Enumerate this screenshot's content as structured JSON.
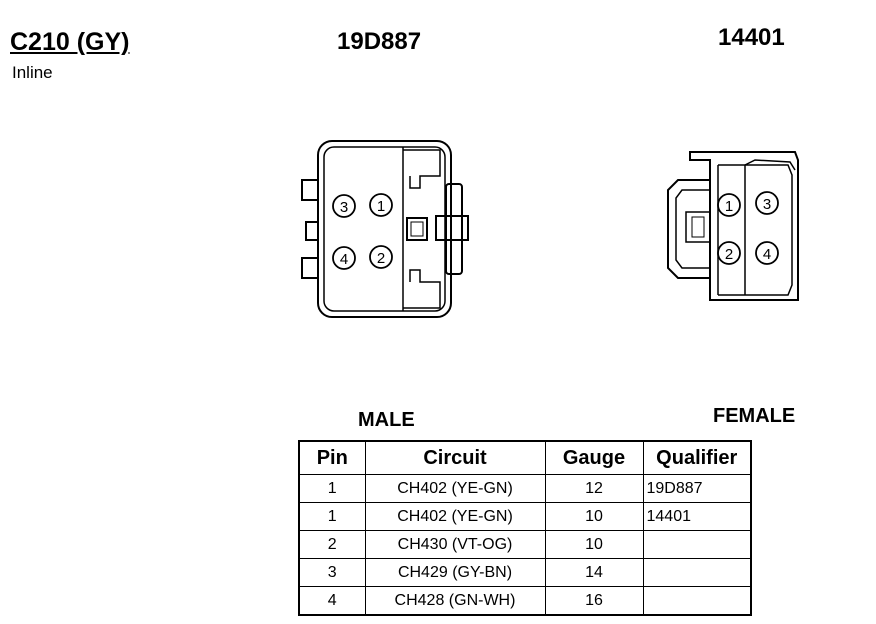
{
  "header": {
    "connector_id": "C210 (GY)",
    "location": "Inline",
    "male_part_number": "19D887",
    "female_part_number": "14401"
  },
  "views": {
    "male_label": "MALE",
    "female_label": "FEMALE",
    "male_pins": [
      "3",
      "1",
      "4",
      "2"
    ],
    "female_pins": [
      "1",
      "3",
      "2",
      "4"
    ]
  },
  "pin_table": {
    "headers": [
      "Pin",
      "Circuit",
      "Gauge",
      "Qualifier"
    ],
    "rows": [
      {
        "pin": "1",
        "circuit": "CH402 (YE-GN)",
        "gauge": "12",
        "qualifier": "19D887"
      },
      {
        "pin": "1",
        "circuit": "CH402 (YE-GN)",
        "gauge": "10",
        "qualifier": "14401"
      },
      {
        "pin": "2",
        "circuit": "CH430 (VT-OG)",
        "gauge": "10",
        "qualifier": ""
      },
      {
        "pin": "3",
        "circuit": "CH429 (GY-BN)",
        "gauge": "14",
        "qualifier": ""
      },
      {
        "pin": "4",
        "circuit": "CH428 (GN-WH)",
        "gauge": "16",
        "qualifier": ""
      }
    ]
  }
}
